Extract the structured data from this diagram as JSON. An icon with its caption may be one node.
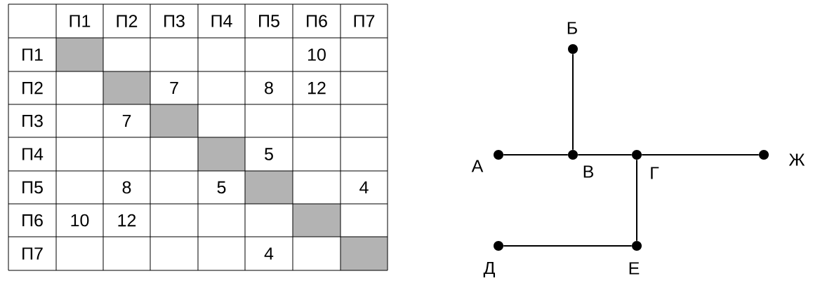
{
  "diagram": {
    "nodes": [
      {
        "text": [
          "Б"
        ]
      },
      {
        "text": [
          "А"
        ]
      },
      {
        "text": [
          "В"
        ]
      },
      {
        "text": [
          "Г"
        ]
      },
      {
        "text": [
          "Ж"
        ]
      },
      {
        "text": [
          "Д"
        ]
      },
      {
        "text": [
          "Е"
        ]
      }
    ],
    "edges": [
      {
        "from": 0,
        "to": 2,
        "arrow": "none"
      },
      {
        "from": 1,
        "to": 2,
        "arrow": "none"
      },
      {
        "from": 2,
        "to": 3,
        "arrow": "none"
      },
      {
        "from": 3,
        "to": 4,
        "arrow": "none"
      },
      {
        "from": 3,
        "to": 6,
        "arrow": "none"
      },
      {
        "from": 5,
        "to": 6,
        "arrow": "none"
      }
    ],
    "labels": [
      "П1",
      "П2",
      "П3",
      "П4",
      "П5",
      "П6",
      "П7",
      "П1",
      "10",
      "П2",
      "7",
      "8",
      "12",
      "П3",
      "7",
      "П4",
      "5",
      "П5",
      "8",
      "5",
      "4",
      "П6",
      "10",
      "12",
      "П7",
      "4"
    ]
  }
}
